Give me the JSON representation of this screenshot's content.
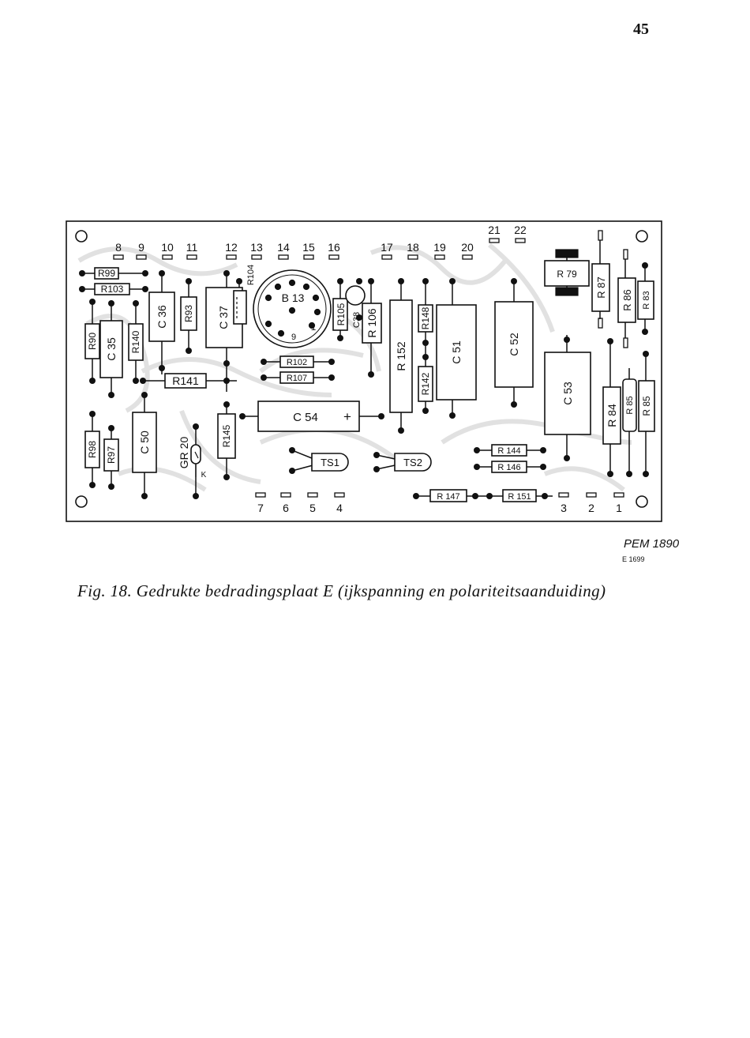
{
  "page": {
    "number": "45"
  },
  "figure": {
    "drawing_code": "PEM 1890",
    "drawing_subcode": "E 1699",
    "caption": "Fig. 18. Gedrukte bedradingsplaat E (ijkspanning en polariteitsaanduiding)"
  },
  "board": {
    "terminals_top": [
      "8",
      "9",
      "10",
      "11",
      "12",
      "13",
      "14",
      "15",
      "16",
      "17",
      "18",
      "19",
      "20"
    ],
    "terminals_top_right": [
      "21",
      "22"
    ],
    "terminals_bottom_left": [
      "7",
      "6",
      "5",
      "4"
    ],
    "terminals_bottom_right": [
      "3",
      "2",
      "1"
    ],
    "tube_label": "B 13",
    "tube_pins": [
      "1",
      "9"
    ],
    "diode_label": "GR 20",
    "diode_cathode": "K",
    "c54_polarity": "+",
    "components": {
      "r99": "R99",
      "r103": "R103",
      "r90": "R90",
      "c35": "C 35",
      "r140": "R140",
      "c36": "C 36",
      "r93": "R93",
      "c37": "C 37",
      "r104": "R104",
      "r105": "R105",
      "c38": "C38",
      "r106": "R 106",
      "r148": "R148",
      "r152": "R 152",
      "r142": "R142",
      "c51": "C 51",
      "c52": "C 52",
      "r79": "R 79",
      "r87": "R 87",
      "r86": "R 86",
      "r83": "R 83",
      "r102": "R102",
      "r107": "R107",
      "r141": "R141",
      "c54": "C 54",
      "r145": "R145",
      "r98": "R98",
      "r97": "R97",
      "c50": "C 50",
      "ts1": "TS1",
      "ts2": "TS2",
      "r144": "R 144",
      "r146": "R 146",
      "r147": "R 147",
      "r151": "R 151",
      "c53": "C 53",
      "r84": "R 84",
      "r85a": "R 85",
      "r85b": "R 85"
    }
  }
}
